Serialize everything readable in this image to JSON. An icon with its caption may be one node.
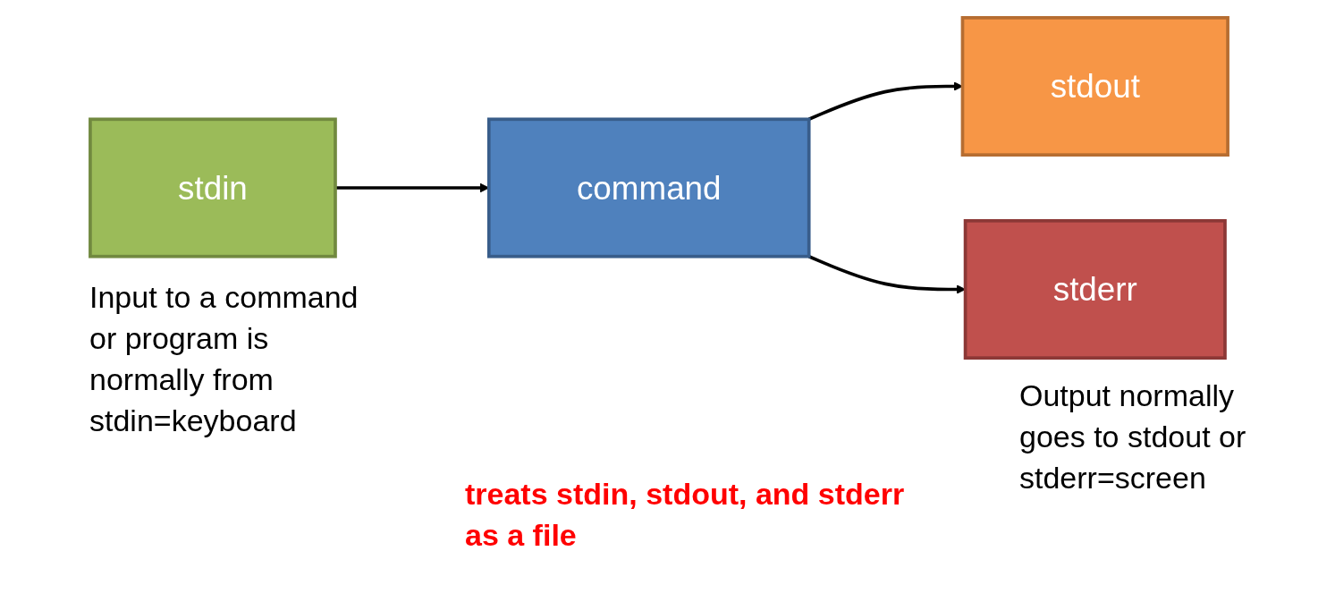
{
  "diagram": {
    "nodes": [
      {
        "text": [
          "stdin"
        ],
        "beside": [
          "Input to a command or program is normally from stdin=keyboard"
        ]
      },
      {
        "text": [
          "command"
        ]
      },
      {
        "text": [
          "stdout"
        ]
      },
      {
        "text": [
          "stderr"
        ],
        "beside": [
          "Output normally goes to stdout or stderr=screen"
        ]
      }
    ],
    "edges": [
      {
        "from": 0,
        "to": 1,
        "arrow": "to"
      },
      {
        "from": 1,
        "to": 2,
        "arrow": "to"
      },
      {
        "from": 1,
        "to": 3,
        "arrow": "to"
      }
    ],
    "labels": [
      "treats stdin, stdout, and stderr as a file"
    ]
  }
}
